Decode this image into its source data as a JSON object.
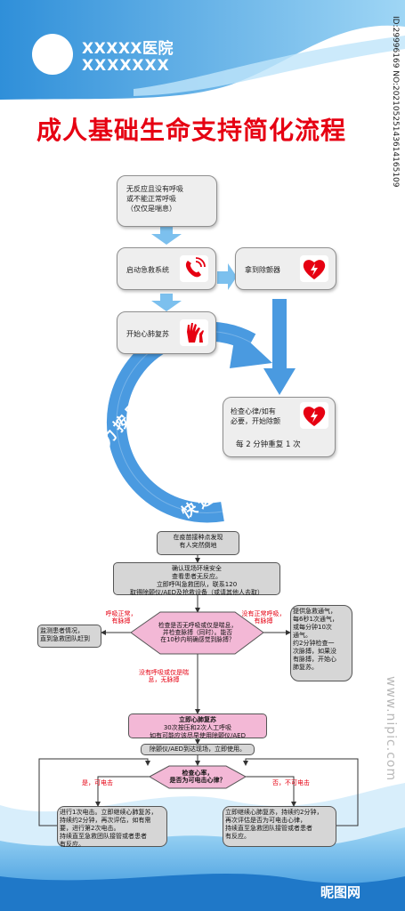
{
  "header": {
    "hospital_name": "XXXXX医院",
    "hospital_subtitle": "XXXXXXX",
    "vertical_id": "ID:29996169 NO:20210525143614165109"
  },
  "title": "成人基础生命支持简化流程",
  "upper_flow": {
    "step1": [
      "无反应且没有呼吸",
      "或不能正常呼吸",
      "（仅仅是喘息）"
    ],
    "step2": "启动急救系统",
    "step3": "拿到除颤器",
    "step4": "开始心肺复苏",
    "step5_lines": [
      "检查心律/如有",
      "必要，开始除颤"
    ],
    "step5_repeat": "每 2 分钟重复 1 次",
    "ring_text_left": "用力按压",
    "ring_text_right": "快速按压"
  },
  "lower_flow": {
    "n1": [
      "在疫苗接种点发现",
      "有人突然倒地"
    ],
    "n2": [
      "确认现场环境安全",
      "查看患者无反应。",
      "立即呼叫急救团队，联系120",
      "取得除颤仪/AED及抢救设备（或请其他人去取）"
    ],
    "n3": [
      "检查是否无呼吸或仅是喘息，",
      "并检查脉搏（同时）。能否",
      "在10秒内明确感觉到脉搏？"
    ],
    "left_label": [
      "呼吸正常，",
      "有脉搏"
    ],
    "right_label": [
      "没有正常呼吸，",
      "有脉搏"
    ],
    "n_left": [
      "监测患者情况，",
      "直到急救团队赶到"
    ],
    "n_right": [
      "提供急救通气，",
      "每6秒1次通气，",
      "或每分钟10次",
      "通气。",
      "约2分钟检查一",
      "次脉搏，如果没",
      "有脉搏，开始心",
      "肺复苏。"
    ],
    "down_label": [
      "没有呼吸或仅是喘",
      "息，无脉搏"
    ],
    "n4": [
      "立即心肺复苏",
      "30次按压和2次人工呼吸",
      "如有可能应该尽早使用除颤仪/AED"
    ],
    "n5": "除颤仪/AED到达现场，立即使用。",
    "n6": [
      "检查心率，",
      "是否为可电击心律？"
    ],
    "yes_label": "是，可电击",
    "no_label": "否，不可电击",
    "n7": [
      "进行1次电击。立即继续心肺复苏，",
      "持续约2分钟，再次评估，如有需",
      "要，进行第2次电击。",
      "持续直至急救团队接管或者患者",
      "有反应。"
    ],
    "n8": [
      "立即继续心肺复苏，持续约2分钟，",
      "再次评估是否为可电击心律，",
      "持续直至急救团队接管或者患者",
      "有反应。"
    ]
  },
  "watermarks": {
    "side": "www.nipic.com",
    "bottom": "昵图网"
  },
  "colors": {
    "accent_red": "#e60012",
    "blue": "#4a9ae0",
    "light_blue": "#7cc0ee",
    "pink": "#f3b8d6",
    "gray": "#d6d6d6"
  },
  "icons": [
    "phone-icon",
    "defibrillator-heart-icon",
    "cpr-hands-icon",
    "defibrillator-heart-icon"
  ]
}
